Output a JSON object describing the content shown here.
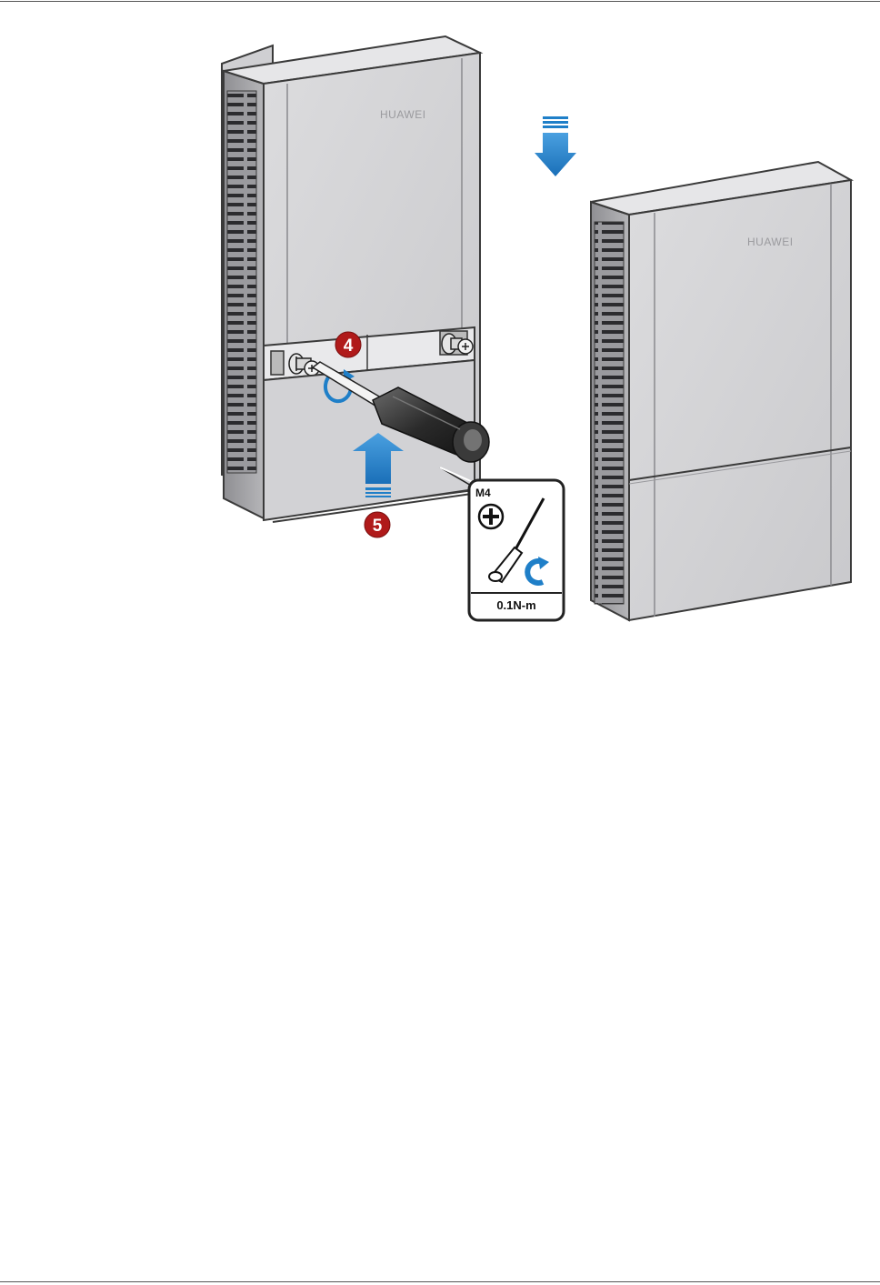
{
  "devices": {
    "left_brand": "HUAWEI",
    "right_brand": "HUAWEI"
  },
  "steps": {
    "step_4": "4",
    "step_5": "5"
  },
  "tool_card": {
    "screw_size": "M4",
    "torque": "0.1N-m"
  },
  "colors": {
    "arrow": "#1f7fc8",
    "step_badge": "#b01a1a",
    "device_face": "#d6d6d8",
    "device_edge": "#3a3a3a"
  },
  "icons": [
    "phillips-screw-icon",
    "screwdriver-icon",
    "rotate-clockwise-icon"
  ]
}
